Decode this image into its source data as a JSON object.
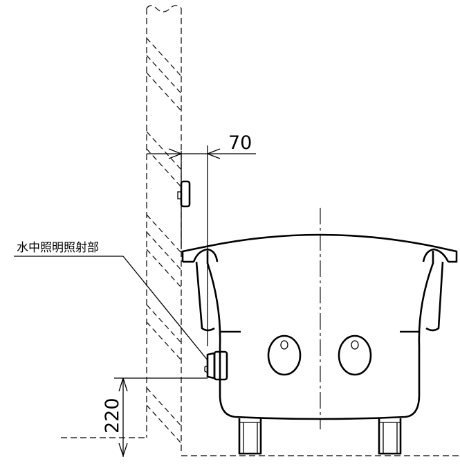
{
  "dimensions": {
    "horizontal_offset": "70",
    "height": "220"
  },
  "callout": {
    "label": "水中照明照射部"
  }
}
